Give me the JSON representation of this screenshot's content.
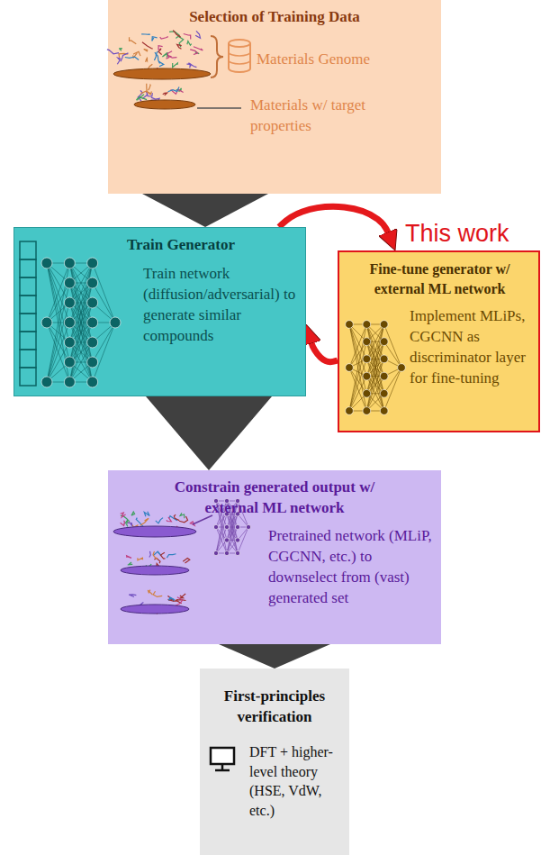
{
  "diagram": {
    "nodes": [
      {
        "text": [
          "Selection of Training Data",
          "Materials Genome",
          "Materials w/ target properties"
        ]
      },
      {
        "text": [
          "Train Generator",
          "Train network (diffusion/adversarial) to generate similar compounds"
        ]
      },
      {
        "text": [
          "Fine-tune generator w/ external ML network",
          "Implement MLiPs, CGCNN as discriminator layer for fine-tuning"
        ]
      },
      {
        "text": [
          "Constrain generated output w/ external ML network",
          "Pretrained network (MLiP, CGCNN, etc.) to downselect from (vast) generated set"
        ]
      },
      {
        "text": [
          "First-principles verification",
          "DFT + higher-level theory (HSE, VdW, etc.)"
        ]
      }
    ],
    "edges": [
      {
        "from": 0,
        "to": 1,
        "arrow": "to"
      },
      {
        "from": 1,
        "to": 3,
        "arrow": "to"
      },
      {
        "from": 3,
        "to": 4,
        "arrow": "to"
      },
      {
        "from": 1,
        "to": 2,
        "arrow": "to"
      },
      {
        "from": 2,
        "to": 1,
        "arrow": "to"
      }
    ],
    "labels": [
      "This work"
    ]
  }
}
